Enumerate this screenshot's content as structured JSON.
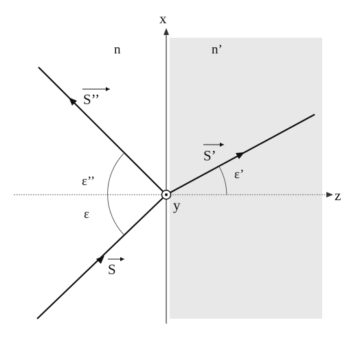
{
  "diagram": {
    "axes": {
      "x_label": "x",
      "z_label": "z",
      "y_label": "y"
    },
    "media": {
      "left_index": "n",
      "right_index": "n’"
    },
    "vectors": {
      "incident": "S",
      "reflected": "S’’",
      "refracted": "S’"
    },
    "angles": {
      "incident": "ε",
      "reflected": "ε’’",
      "refracted": "ε’"
    },
    "colors": {
      "medium_fill": "#e8e8e8",
      "ray": "#111111",
      "axis": "#333333"
    }
  }
}
